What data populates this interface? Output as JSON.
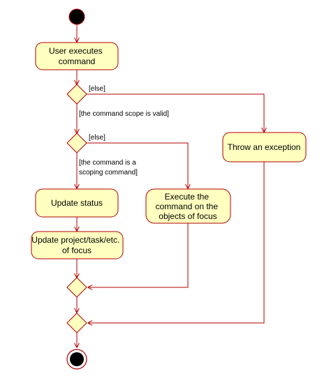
{
  "colors": {
    "stroke": "#b20000",
    "fill": "#ffffc0",
    "node": "#000000",
    "background": "#ffffff"
  },
  "diagram": {
    "actions": {
      "user_executes": [
        "User executes",
        "command"
      ],
      "throw_exception": [
        "Throw an exception"
      ],
      "update_status": [
        "Update status"
      ],
      "execute_command": [
        "Execute the",
        "command on the",
        "objects of focus"
      ],
      "update_focus": [
        "Update project/task/etc.",
        "of focus"
      ]
    },
    "guards": {
      "else_1": "[else]",
      "scope_valid": "[the command scope is valid]",
      "else_2": "[else]",
      "scoping_command_1": "[the command is a",
      "scoping_command_2": "scoping command]"
    }
  }
}
